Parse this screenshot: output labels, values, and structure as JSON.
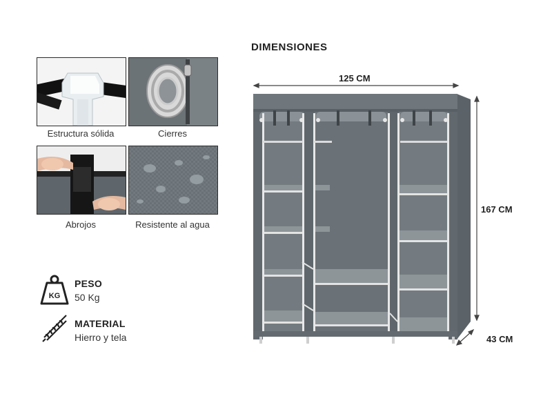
{
  "features": [
    {
      "label": "Estructura sólida",
      "icon": "tube-joint-image"
    },
    {
      "label": "Cierres",
      "icon": "zipper-image"
    },
    {
      "label": "Abrojos",
      "icon": "velcro-strap-image"
    },
    {
      "label": "Resistente al agua",
      "icon": "water-drops-image"
    }
  ],
  "dimensions": {
    "title": "DIMENSIONES",
    "width": "125 CM",
    "height": "167 CM",
    "depth": "43 CM"
  },
  "specs": {
    "weight": {
      "title": "PESO",
      "value": "50 Kg",
      "icon": "weight-kg-icon",
      "icon_text": "KG"
    },
    "material": {
      "title": "MATERIAL",
      "value": "Hierro y tela",
      "icon": "rope-icon"
    }
  },
  "colors": {
    "fabric": "#6f777c",
    "fabric_dark": "#596065",
    "fabric_light": "#858d92",
    "frame": "#e8e8e8",
    "dim_line": "#444444"
  }
}
